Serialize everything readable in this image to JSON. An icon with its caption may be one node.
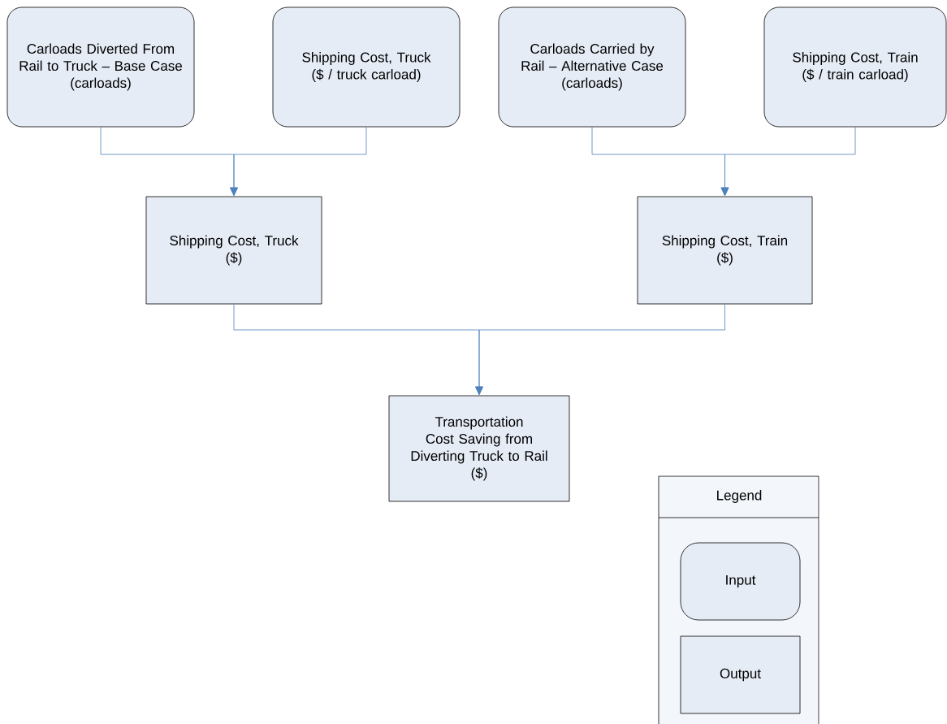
{
  "diagram": {
    "nodes": [
      {
        "text": [
          "Carloads Diverted From Rail to Truck – Base Case",
          "(carloads)"
        ]
      },
      {
        "text": [
          "Shipping Cost, Truck",
          "($ / truck carload)"
        ]
      },
      {
        "text": [
          "Carloads Carried by Rail – Alternative Case",
          "(carloads)"
        ]
      },
      {
        "text": [
          "Shipping Cost, Train",
          "($ / train carload)"
        ]
      },
      {
        "text": [
          "Shipping Cost, Truck",
          "($)"
        ]
      },
      {
        "text": [
          "Shipping Cost, Train",
          "($)"
        ]
      },
      {
        "text": [
          "Transportation Cost Saving from Diverting Truck to Rail",
          "($)"
        ]
      }
    ],
    "edges": [
      {
        "from": 0,
        "to": 4,
        "arrow": "to"
      },
      {
        "from": 1,
        "to": 4,
        "arrow": "to"
      },
      {
        "from": 2,
        "to": 5,
        "arrow": "to"
      },
      {
        "from": 3,
        "to": 5,
        "arrow": "to"
      },
      {
        "from": 4,
        "to": 6,
        "arrow": "to"
      },
      {
        "from": 5,
        "to": 6,
        "arrow": "to"
      }
    ],
    "labels": [
      "Legend"
    ],
    "legend": [
      {
        "text": "Input"
      },
      {
        "text": "Output"
      }
    ]
  }
}
